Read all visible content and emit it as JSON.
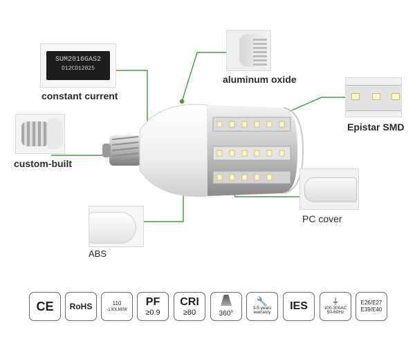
{
  "features": {
    "constant_current": {
      "label": "constant current",
      "chip_line1": "SUM2016GAS2",
      "chip_line2": "D12CD12825"
    },
    "aluminum_oxide": {
      "label": "aluminum oxide"
    },
    "epistar_smd": {
      "label": "Epistar SMD"
    },
    "custom_built": {
      "label": "custom-built"
    },
    "pc_cover": {
      "label": "PC cover"
    },
    "abs": {
      "label": "ABS"
    }
  },
  "badges": {
    "ce": "CE",
    "rohs": "RoHS",
    "efficacy_line1": "110",
    "efficacy_line2": "-130LM/W",
    "pf_title": "PF",
    "pf_value": "≥0.9",
    "cri_title": "CRI",
    "cri_value": "≥80",
    "beam": "360°",
    "warranty_line1": "3-5 years",
    "warranty_line2": "warranty",
    "ies": "IES",
    "voltage_line1": "100-300AC",
    "voltage_line2": "50-60Hz",
    "base_line1": "E26/E27",
    "base_line2": "E39/E40"
  },
  "colors": {
    "accent_green": "#3f9a3c",
    "badge_border": "#666666"
  }
}
